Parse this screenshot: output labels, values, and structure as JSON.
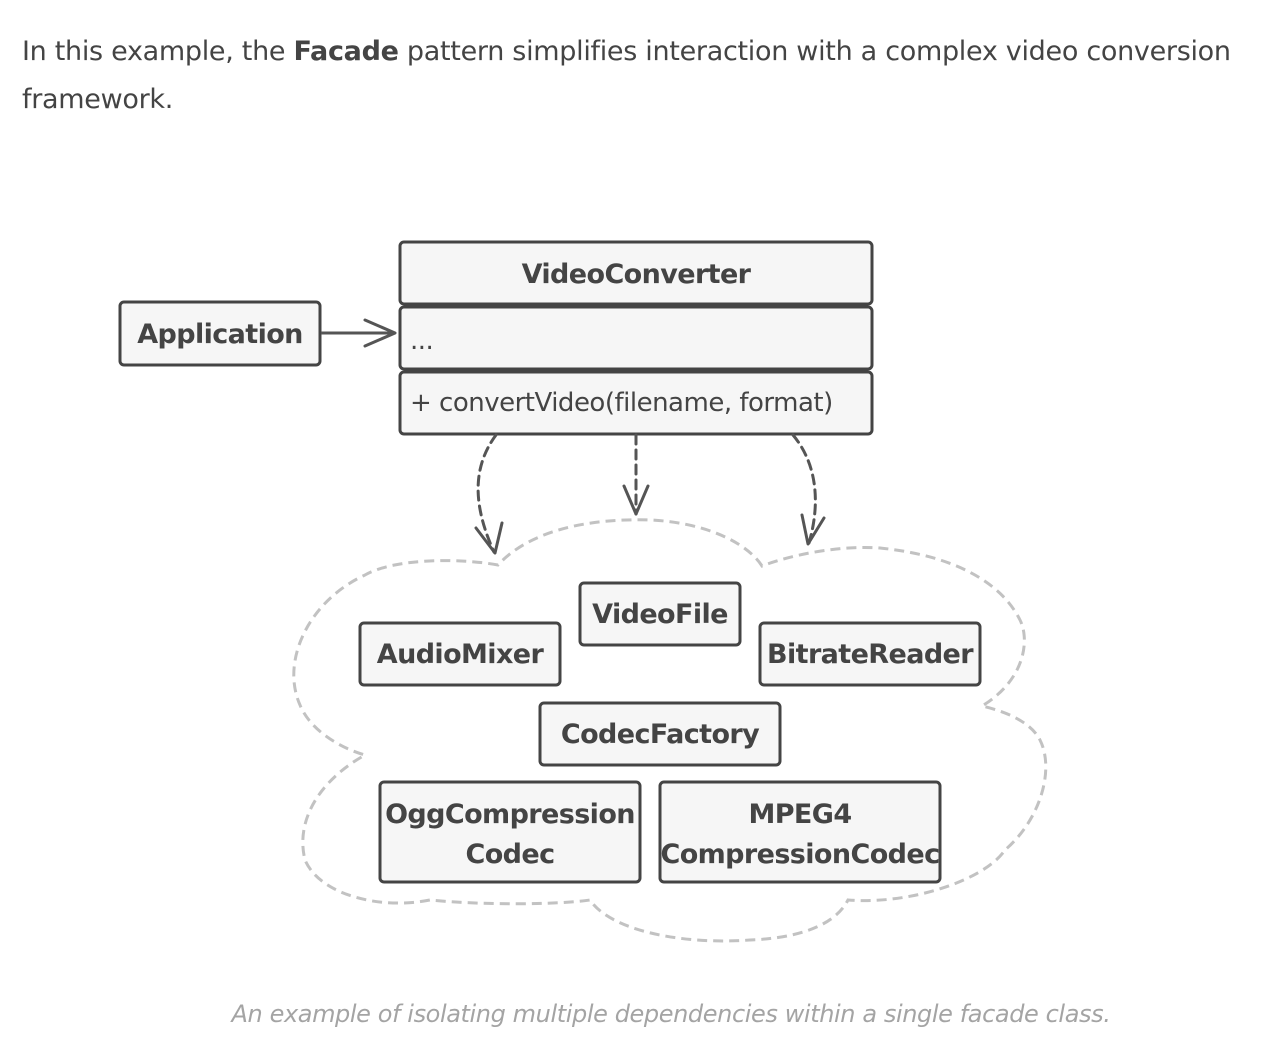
{
  "intro": {
    "before": "In this example, the ",
    "emphasis": "Facade",
    "after": " pattern simplifies interaction with a complex video conversion framework."
  },
  "diagram": {
    "client": "Application",
    "facade": {
      "name": "VideoConverter",
      "fields": "...",
      "method": "+ convertVideo(filename, format)"
    },
    "subsystem": {
      "video_file": "VideoFile",
      "audio_mixer": "AudioMixer",
      "bitrate_reader": "BitrateReader",
      "codec_factory": "CodecFactory",
      "ogg_line1": "OggCompression",
      "ogg_line2": "Codec",
      "mpeg_line1": "MPEG4",
      "mpeg_line2": "CompressionCodec"
    },
    "colors": {
      "box_fill": "#f6f6f6",
      "box_stroke": "#444444",
      "arrow": "#555555",
      "cloud": "#c2c2c2"
    }
  },
  "caption": "An example of isolating multiple dependencies within a single facade class."
}
